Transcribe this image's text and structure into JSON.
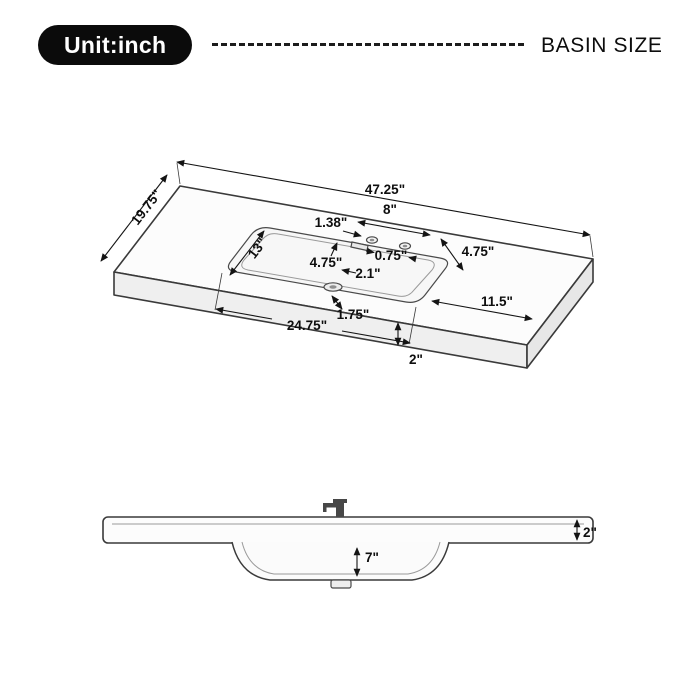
{
  "header": {
    "unit_badge": "Unit:inch",
    "title": "BASIN SIZE"
  },
  "colors": {
    "badge_bg": "#0b0b0b",
    "badge_text": "#ffffff",
    "drawing_line": "#3a3a3a"
  },
  "top_view": {
    "dims": {
      "overall_width": "47.25\"",
      "overall_depth": "19.75\"",
      "faucet_spread": "8\"",
      "faucet_back_offset": "1.38\"",
      "basin_length": "13\"",
      "deck_front_left": "4.75\"",
      "slot_width": "0.75\"",
      "hole_gap": "2.1\"",
      "deck_right": "4.75\"",
      "drain_offset": "1.75\"",
      "basin_width": "24.75\"",
      "right_counter_width": "11.5\"",
      "front_edge_thickness": "2\""
    }
  },
  "side_view": {
    "dims": {
      "basin_depth": "7\"",
      "counter_thickness": "2\""
    }
  }
}
